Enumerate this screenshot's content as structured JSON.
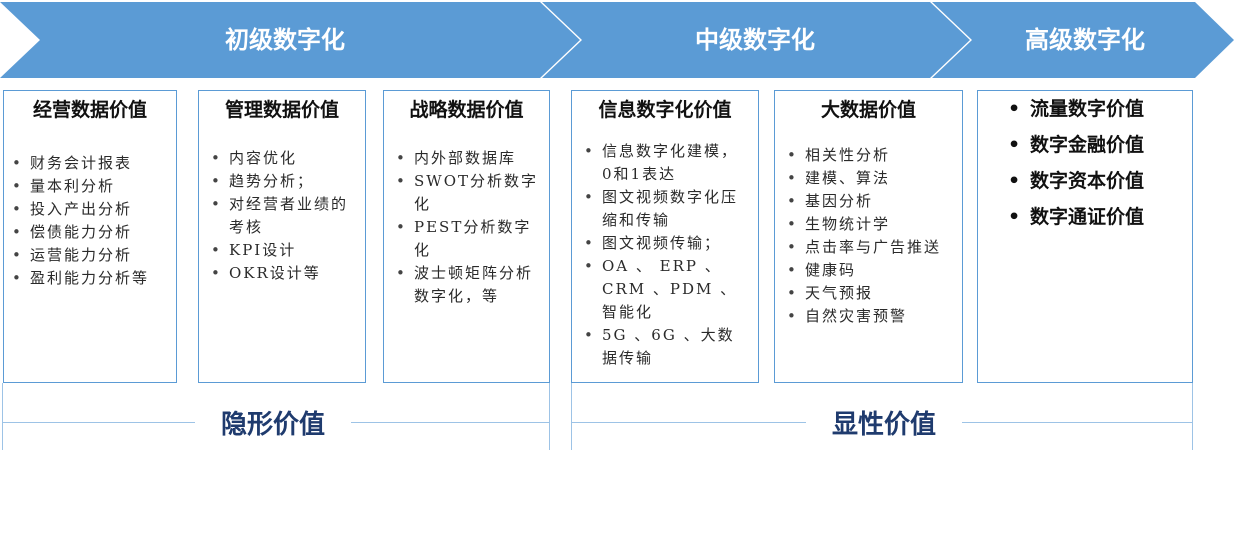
{
  "stages": [
    {
      "label": "初级数字化"
    },
    {
      "label": "中级数字化"
    },
    {
      "label": "高级数字化"
    }
  ],
  "boxes": [
    {
      "title": "经营数据价值",
      "items": [
        "财务会计报表",
        "量本利分析",
        "投入产出分析",
        "偿债能力分析",
        "运营能力分析",
        "盈利能力分析等"
      ]
    },
    {
      "title": "管理数据价值",
      "items": [
        "内容优化",
        "趋势分析；",
        "对经营者业绩的考核",
        "KPI设计",
        "OKR设计等"
      ]
    },
    {
      "title": "战略数据价值",
      "items": [
        "内外部数据库",
        "SWOT分析数字化",
        "PEST分析数字化",
        "波士顿矩阵分析数字化，等"
      ]
    },
    {
      "title": "信息数字化价值",
      "items": [
        "信息数字化建模，0和1表达",
        "图文视频数字化压缩和传输",
        "图文视频传输；",
        "OA 、 ERP 、CRM 、PDM 、智能化",
        "5G 、6G 、大数据传输"
      ]
    },
    {
      "title": "大数据价值",
      "items": [
        "相关性分析",
        "建模、算法",
        "基因分析",
        "生物统计学",
        "点击率与广告推送",
        "健康码",
        "天气预报",
        "自然灾害预警"
      ]
    },
    {
      "title": "",
      "items": [
        "流量数字价值",
        "数字金融价值",
        "数字资本价值",
        "数字通证价值"
      ]
    }
  ],
  "groups": [
    {
      "label": "隐形价值"
    },
    {
      "label": "显性价值"
    }
  ],
  "colors": {
    "arrow_fill": "#5b9bd5",
    "box_border": "#5b9bd5",
    "group_label": "#1f3b6e",
    "bracket": "#9dc3e6"
  }
}
